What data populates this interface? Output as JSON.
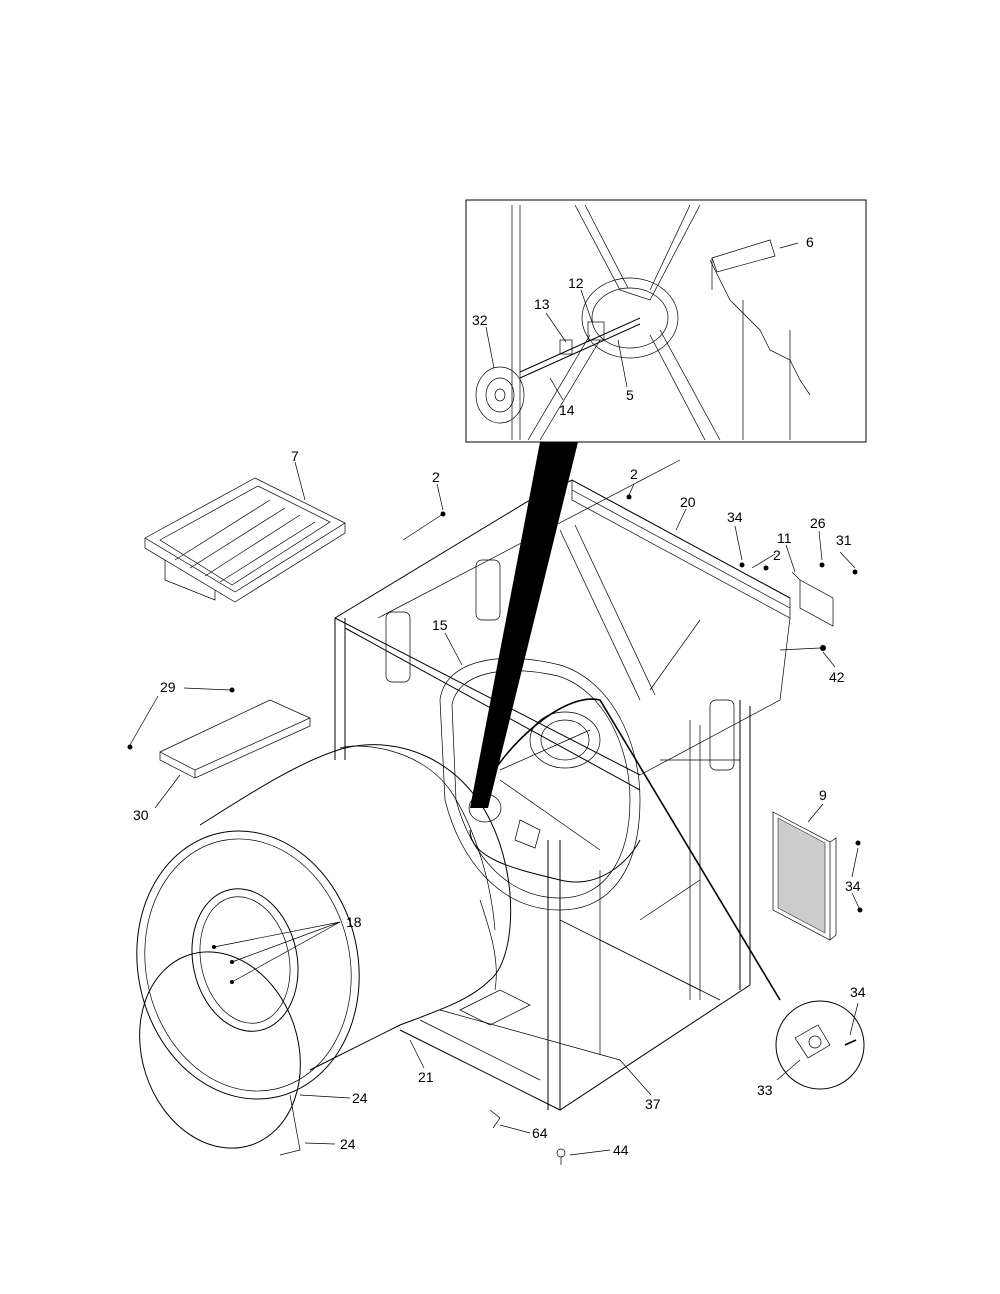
{
  "diagram": {
    "labels": [
      "6",
      "12",
      "13",
      "32",
      "14",
      "5",
      "7",
      "2",
      "2",
      "20",
      "34",
      "2",
      "26",
      "11",
      "31",
      "42",
      "15",
      "29",
      "30",
      "9",
      "34",
      "18",
      "34",
      "33",
      "21",
      "24",
      "24",
      "37",
      "64",
      "44"
    ]
  }
}
